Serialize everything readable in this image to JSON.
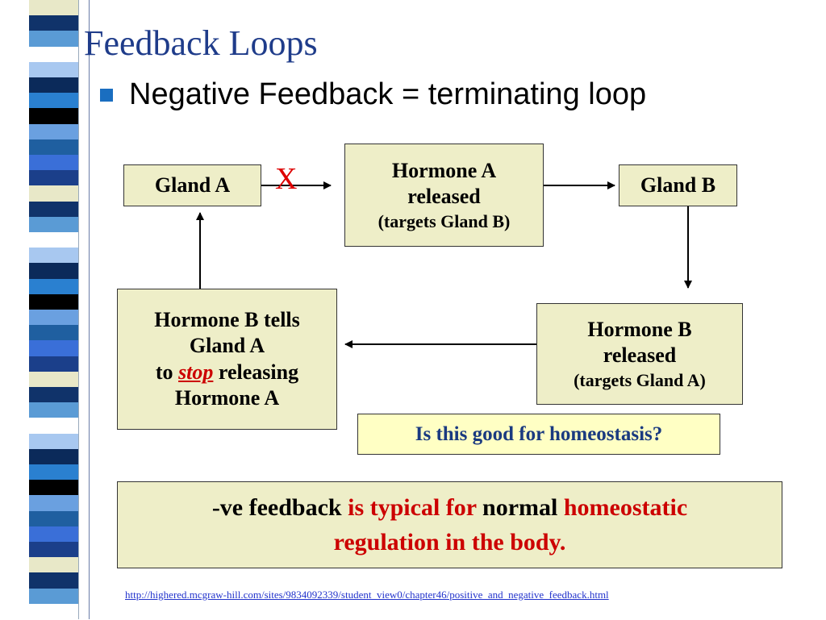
{
  "title": "Feedback Loops",
  "bullet": "Negative Feedback = terminating loop",
  "boxes": {
    "gland_a": "Gland A",
    "hormone_a": {
      "line1": "Hormone A",
      "line2": "released",
      "line3": "(targets Gland B)"
    },
    "gland_b": "Gland B",
    "hormone_b_released": {
      "line1": "Hormone B",
      "line2": "released",
      "line3": "(targets Gland A)"
    },
    "hormone_b_tells": {
      "line1": "Hormone B tells",
      "line2": "Gland A",
      "line3_pre": "to ",
      "line3_stop": "stop",
      "line3_post": " releasing",
      "line4": "Hormone A"
    }
  },
  "blocked_mark": "X",
  "question": "Is this good for homeostasis?",
  "summary": {
    "p1": "-ve feedback ",
    "p2": "is typical for",
    "p3": " normal ",
    "p4": "homeostatic",
    "p5": "regulation in the body."
  },
  "source_link": "http://highered.mcgraw-hill.com/sites/9834092339/student_view0/chapter46/positive_and_negative_feedback.html",
  "colors": {
    "title": "#1f3c8a",
    "box_fill": "#eeeec8",
    "question_fill": "#ffffc4",
    "emphasis_red": "#cc0000",
    "bullet": "#1a6ec0"
  }
}
